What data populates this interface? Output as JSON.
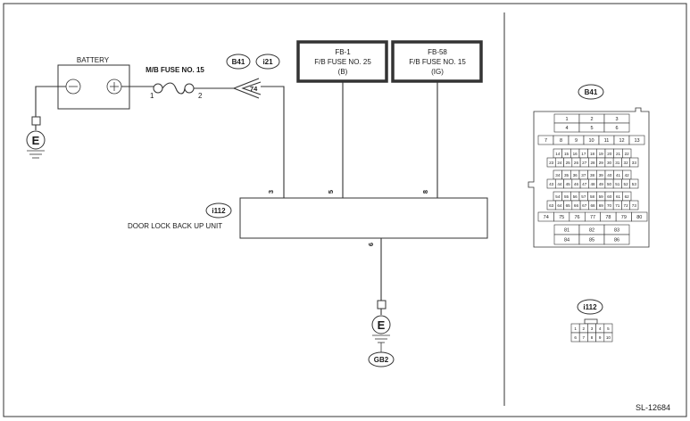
{
  "battery": {
    "label": "BATTERY"
  },
  "fuse_mb": {
    "label": "M/B FUSE NO. 15",
    "pin_left": "1",
    "pin_right": "2"
  },
  "connectors_top": {
    "b41": "B41",
    "i21": "i21",
    "arrow_pin": "74"
  },
  "fuse_fb1": {
    "line1": "FB-1",
    "line2": "F/B FUSE NO. 25",
    "line3": "(B)"
  },
  "fuse_fb58": {
    "line1": "FB-58",
    "line2": "F/B FUSE NO. 15",
    "line3": "(IG)"
  },
  "unit": {
    "connector": "i112",
    "label": "DOOR LOCK BACK UP UNIT"
  },
  "unit_pins": {
    "p3": "3",
    "p5": "5",
    "p8": "8",
    "p6": "6"
  },
  "ground": {
    "symbol": "E",
    "gb2": "GB2"
  },
  "b41_connector": {
    "title": "B41",
    "rows": [
      [
        "1",
        "2",
        "3"
      ],
      [
        "4",
        "5",
        "6"
      ],
      [
        "7",
        "8",
        "9",
        "10",
        "11",
        "12",
        "13"
      ],
      [
        "14",
        "15",
        "16",
        "17",
        "18",
        "19",
        "20",
        "21",
        "22"
      ],
      [
        "23",
        "24",
        "25",
        "26",
        "27",
        "28",
        "29",
        "30",
        "31",
        "32",
        "33"
      ],
      [
        "34",
        "35",
        "36",
        "37",
        "38",
        "39",
        "40",
        "41",
        "42"
      ],
      [
        "43",
        "44",
        "45",
        "46",
        "47",
        "48",
        "49",
        "50",
        "51",
        "52",
        "53"
      ],
      [
        "54",
        "55",
        "56",
        "57",
        "58",
        "59",
        "60",
        "61",
        "62"
      ],
      [
        "63",
        "64",
        "65",
        "66",
        "67",
        "68",
        "69",
        "70",
        "71",
        "72",
        "73"
      ],
      [
        "74",
        "75",
        "76",
        "77",
        "78",
        "79",
        "80"
      ],
      [
        "81",
        "82",
        "83"
      ],
      [
        "84",
        "85",
        "86"
      ]
    ]
  },
  "i112_connector": {
    "title": "i112",
    "rows": [
      [
        "1",
        "2",
        "3",
        "4",
        "5"
      ],
      [
        "6",
        "7",
        "8",
        "9",
        "10"
      ]
    ]
  },
  "figure_id": "SL-12684"
}
